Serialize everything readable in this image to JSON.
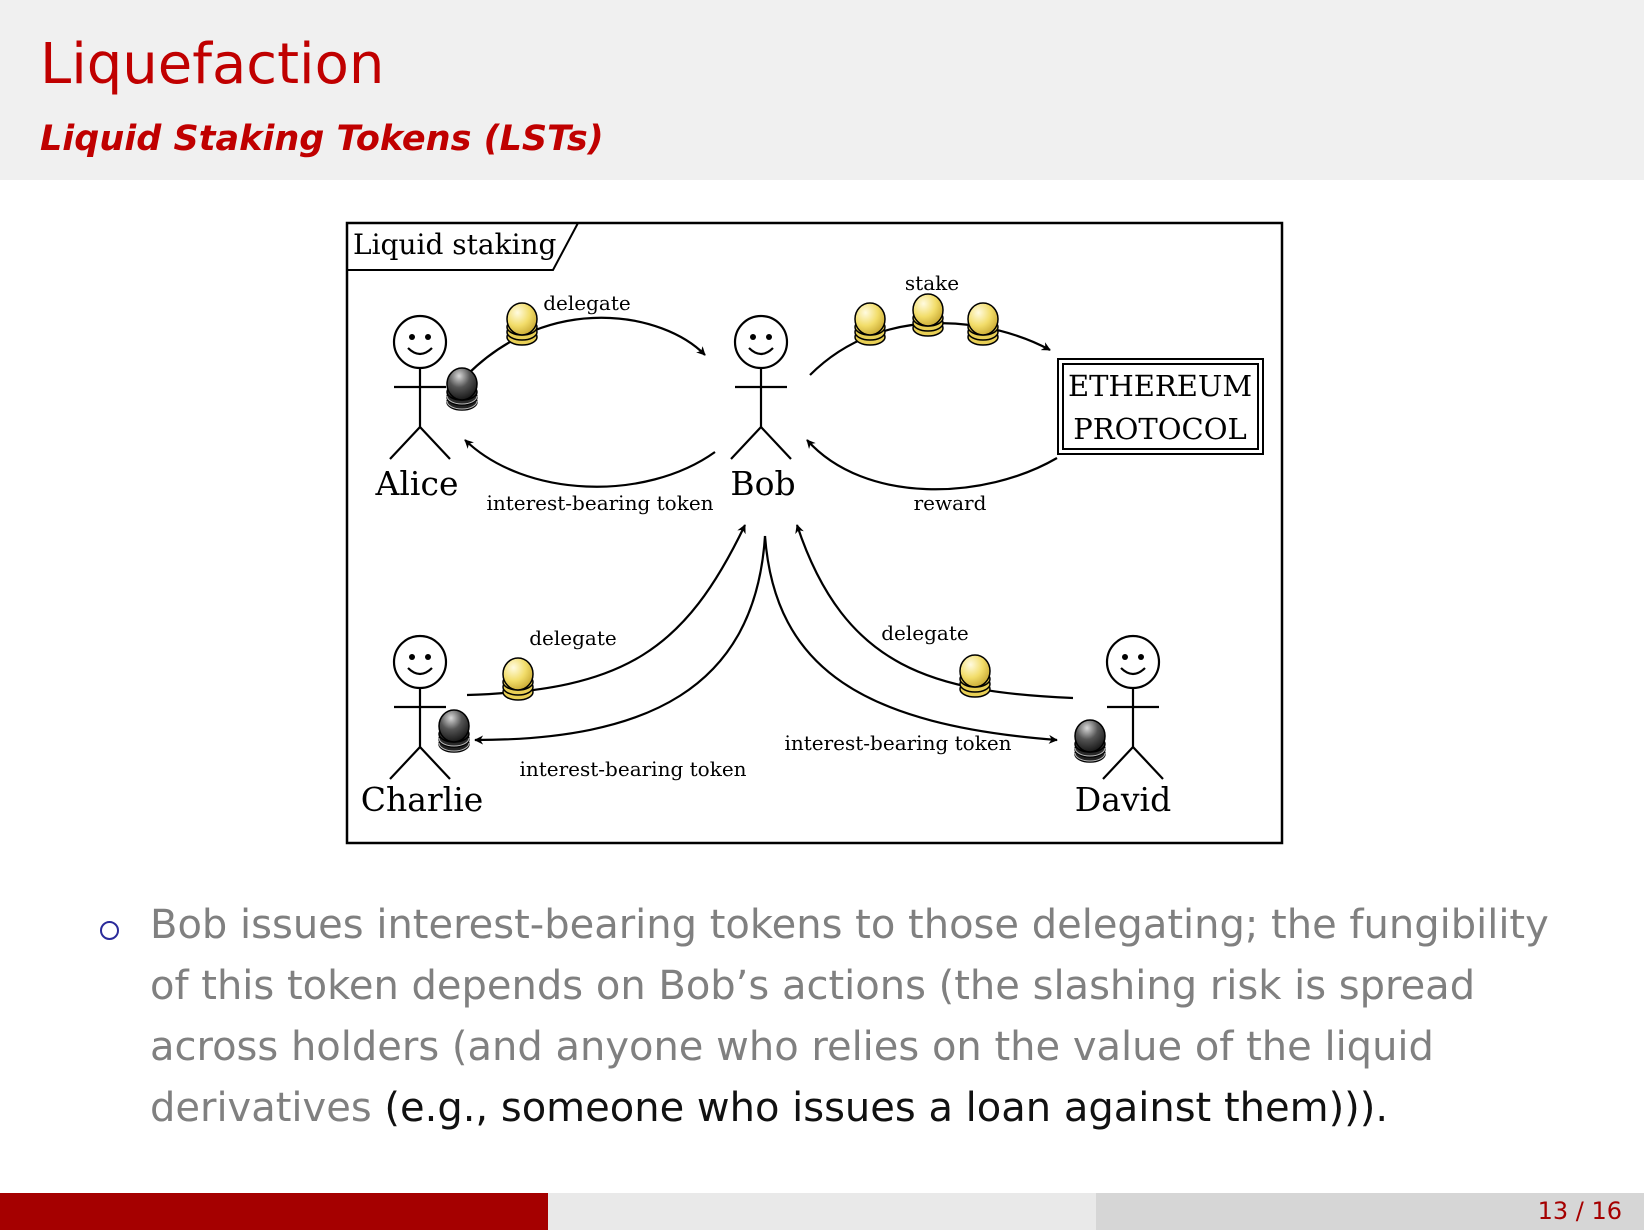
{
  "header": {
    "title": "Liquefaction",
    "subtitle": "Liquid Staking Tokens (LSTs)"
  },
  "diagram": {
    "frame_title": "Liquid staking",
    "nodes": {
      "alice": "Alice",
      "bob": "Bob",
      "charlie": "Charlie",
      "david": "David",
      "protocol_line1": "ETHEREUM",
      "protocol_line2": "PROTOCOL"
    },
    "edge_labels": {
      "alice_delegate": "delegate",
      "alice_token": "interest-bearing token",
      "stake": "stake",
      "reward": "reward",
      "charlie_delegate": "delegate",
      "charlie_token": "interest-bearing token",
      "david_delegate": "delegate",
      "david_token": "interest-bearing token"
    },
    "colors": {
      "gold_coin": "#f2dd6a",
      "dark_token": "#333333",
      "accent": "#c00000"
    }
  },
  "bullet": {
    "text_gray": "Bob issues interest-bearing tokens to those delegating; the fungibility of this token depends on Bob’s actions (the slashing risk is spread across holders (and anyone who relies on the value of the liquid derivatives",
    "text_dark": " (e.g., someone who issues a loan against them)))."
  },
  "footer": {
    "page": "13 / 16"
  }
}
